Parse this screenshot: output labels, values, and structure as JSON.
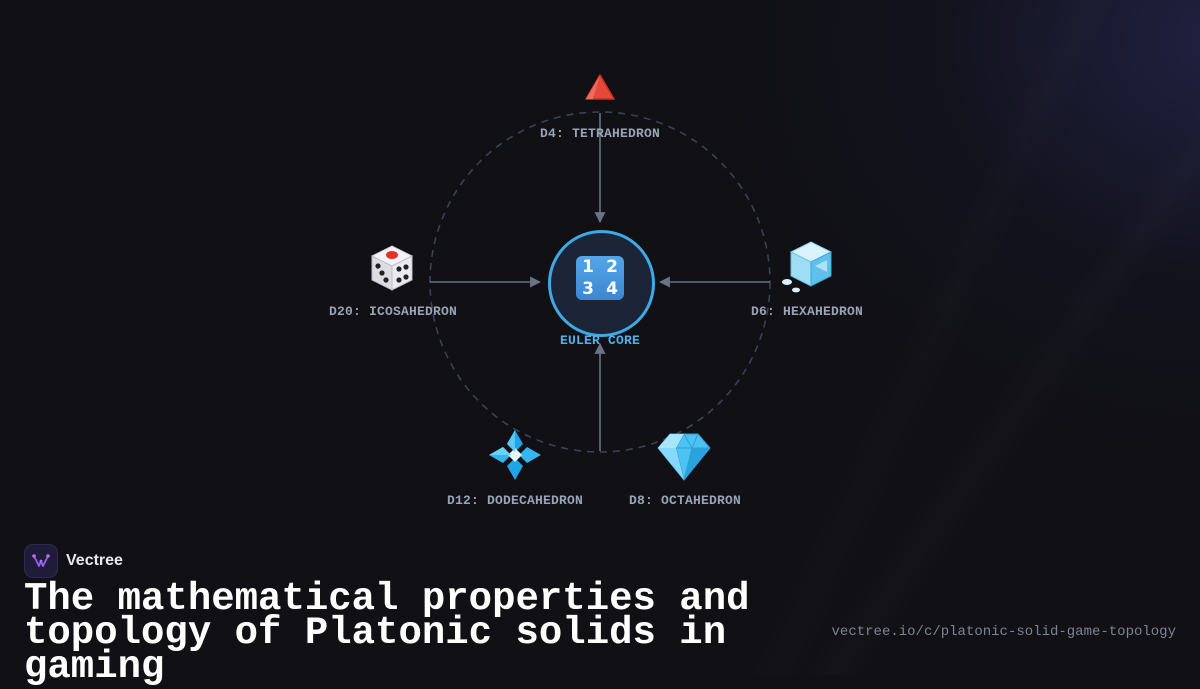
{
  "diagram": {
    "core": {
      "label": "EULER CORE",
      "icon": "input-numbers-icon",
      "digits": [
        "1",
        "2",
        "3",
        "4"
      ]
    },
    "nodes": [
      {
        "id": "d4",
        "label": "D4: TETRAHEDRON",
        "icon": "red-triangle-icon"
      },
      {
        "id": "d20",
        "label": "D20: ICOSAHEDRON",
        "icon": "game-die-icon"
      },
      {
        "id": "d6",
        "label": "D6: HEXAHEDRON",
        "icon": "ice-cube-icon"
      },
      {
        "id": "d12",
        "label": "D12: DODECAHEDRON",
        "icon": "diamond-with-dot-icon"
      },
      {
        "id": "d8",
        "label": "D8: OCTAHEDRON",
        "icon": "gem-stone-icon"
      }
    ],
    "colors": {
      "accent": "#3fa9e5",
      "connector": "#6b7385",
      "orbit": "#3a4254"
    }
  },
  "brand": {
    "name": "Vectree",
    "icon": "vectree-logo-icon"
  },
  "headline": "The mathematical properties and topology of Platonic solids in gaming",
  "url": "vectree.io/c/platonic-solid-game-topology"
}
